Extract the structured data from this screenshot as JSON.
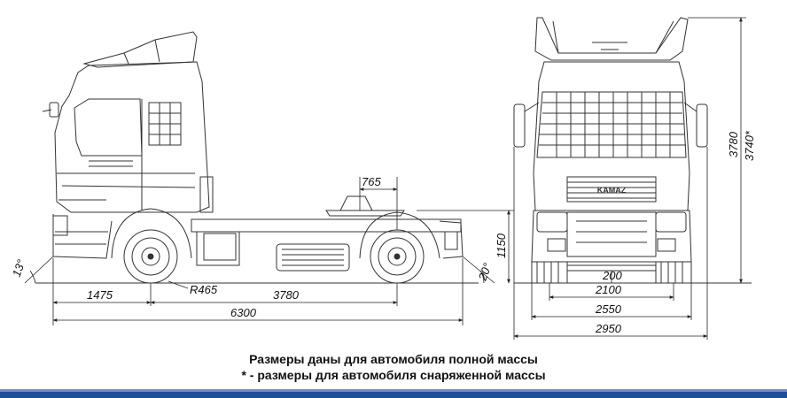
{
  "diagram": {
    "side_view": {
      "dimensions": {
        "front_overhang": "1475",
        "wheelbase": "3780",
        "overall_length": "6300",
        "fifth_wheel_offset": "765",
        "coupling_height": "1150",
        "turning_radius": "R465",
        "approach_angle": "13°",
        "departure_angle": "20°"
      }
    },
    "front_view": {
      "badge": "KAMAZ",
      "dimensions": {
        "overall_height": "3780",
        "overall_height_alt": "3740*",
        "ground_clearance": "200",
        "track_width": "2100",
        "body_width": "2550",
        "overall_width": "2950"
      }
    }
  },
  "captions": {
    "line1": "Размеры даны для автомобиля полной массы",
    "line2": "* - размеры для автомобиля снаряженной массы"
  },
  "colors": {
    "line": "#333333",
    "footer_bar": "#1f4f9a"
  }
}
